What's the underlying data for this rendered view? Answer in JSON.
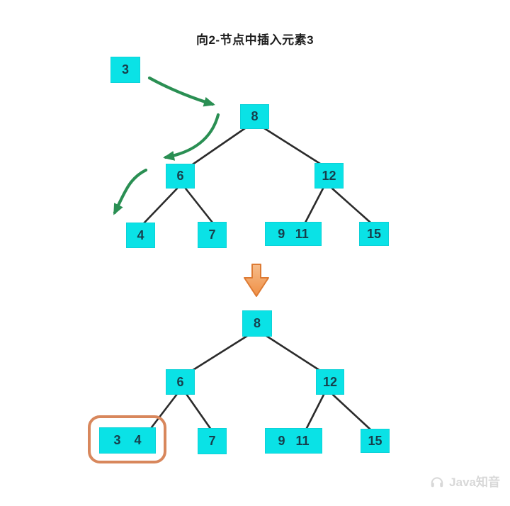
{
  "title": "向2-节点中插入元素3",
  "before_tree": {
    "insert": "3",
    "root": "8",
    "left_child": "6",
    "right_child": "12",
    "leaf_left_outer": "4",
    "leaf_left_inner": "7",
    "leaf_right_inner_a": "9",
    "leaf_right_inner_b": "11",
    "leaf_right_outer": "15"
  },
  "after_tree": {
    "root": "8",
    "left_child": "6",
    "right_child": "12",
    "leaf_left_outer_a": "3",
    "leaf_left_outer_b": "4",
    "leaf_left_inner": "7",
    "leaf_right_inner_a": "9",
    "leaf_right_inner_b": "11",
    "leaf_right_outer": "15"
  },
  "icons": {
    "insert_path": "green-curved-arrow-icon",
    "transform": "down-arrow-icon",
    "watermark_logo": "headphones-icon"
  },
  "watermark": {
    "brand": "Java知音"
  },
  "colors": {
    "node_fill": "#0ae2e6",
    "node_text": "#173f4c",
    "edge": "#2b2b2b",
    "arrow_green": "#2a8f53",
    "arrow_orange": "#ef9045",
    "arrow_orange_light": "#f6bd8b",
    "arrow_orange_stroke": "#dd7a33",
    "highlight": "#d8875c",
    "watermark_text": "#d8d8d8"
  }
}
